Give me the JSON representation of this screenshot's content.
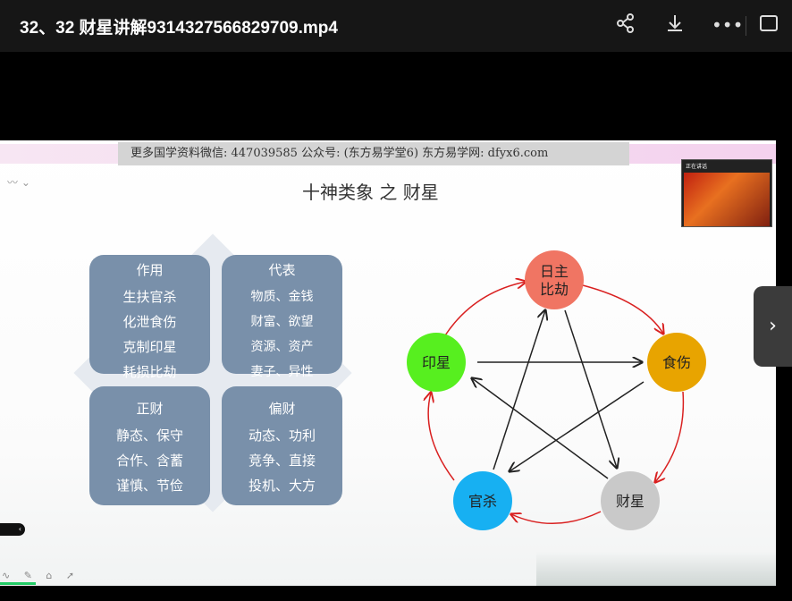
{
  "header": {
    "title": "32、32 财星讲解9314327566829709.mp4",
    "icons": [
      "share-icon",
      "download-icon",
      "more-icon",
      "picture-in-picture-icon"
    ],
    "more": "•••"
  },
  "slide": {
    "banner": "更多国学资料微信: 447039585 公众号: (东方易学堂6) 东方易学网: dfyx6.com",
    "title": "十神类象 之 财星",
    "boxes": [
      {
        "heading": "作用",
        "lines": [
          "生扶官杀",
          "化泄食伤",
          "克制印星",
          "耗损比劫"
        ]
      },
      {
        "heading": "代表",
        "lines": [
          "物质、金钱",
          "财富、欲望",
          "资源、资产",
          "妻子、异性"
        ]
      },
      {
        "heading": "正财",
        "lines": [
          "静态、保守",
          "合作、含蓄",
          "谨慎、节俭"
        ]
      },
      {
        "heading": "偏财",
        "lines": [
          "动态、功利",
          "竞争、直接",
          "投机、大方"
        ]
      }
    ],
    "nodes": [
      {
        "label": [
          "日主",
          "比劫"
        ],
        "color": "#f07563"
      },
      {
        "label": [
          "食伤"
        ],
        "color": "#e8a400"
      },
      {
        "label": [
          "财星"
        ],
        "color": "#c9c9c9"
      },
      {
        "label": [
          "官杀"
        ],
        "color": "#17b0f2"
      },
      {
        "label": [
          "印星"
        ],
        "color": "#57ef1f"
      }
    ],
    "cycle_color": "#d92020"
  },
  "controls": {
    "next": "›",
    "tools": "∿ ✎ ⌂ ➚"
  }
}
